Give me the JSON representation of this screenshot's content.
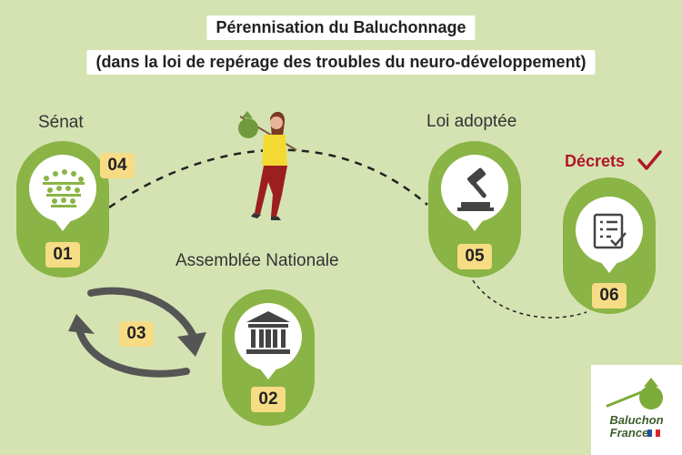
{
  "title_line1": "Pérennisation du Baluchonnage",
  "title_line2": "(dans la loi de repérage des troubles du neuro-développement)",
  "steps": {
    "senat": {
      "label": "Sénat",
      "number": "01"
    },
    "assemblee": {
      "label": "Assemblée Nationale",
      "number": "02"
    },
    "navette": {
      "number": "03"
    },
    "return_senat": {
      "number": "04"
    },
    "loi": {
      "label": "Loi adoptée",
      "number": "05"
    },
    "decrets": {
      "label": "Décrets",
      "number": "06"
    }
  },
  "logo": {
    "line1": "Baluchon",
    "line2": "France"
  },
  "colors": {
    "background": "#d5e3b3",
    "pill_green": "#8ab445",
    "number_yellow": "#f7dc86",
    "arrow_gray": "#555555",
    "check_red": "#b0162a",
    "logo_green": "#3b5f2a"
  },
  "icons": [
    "hemicycle-icon",
    "parliament-building-icon",
    "gavel-icon",
    "document-checklist-icon",
    "check-icon",
    "traveler-with-bundle-icon",
    "bundle-logo-icon",
    "french-flag-icon"
  ]
}
